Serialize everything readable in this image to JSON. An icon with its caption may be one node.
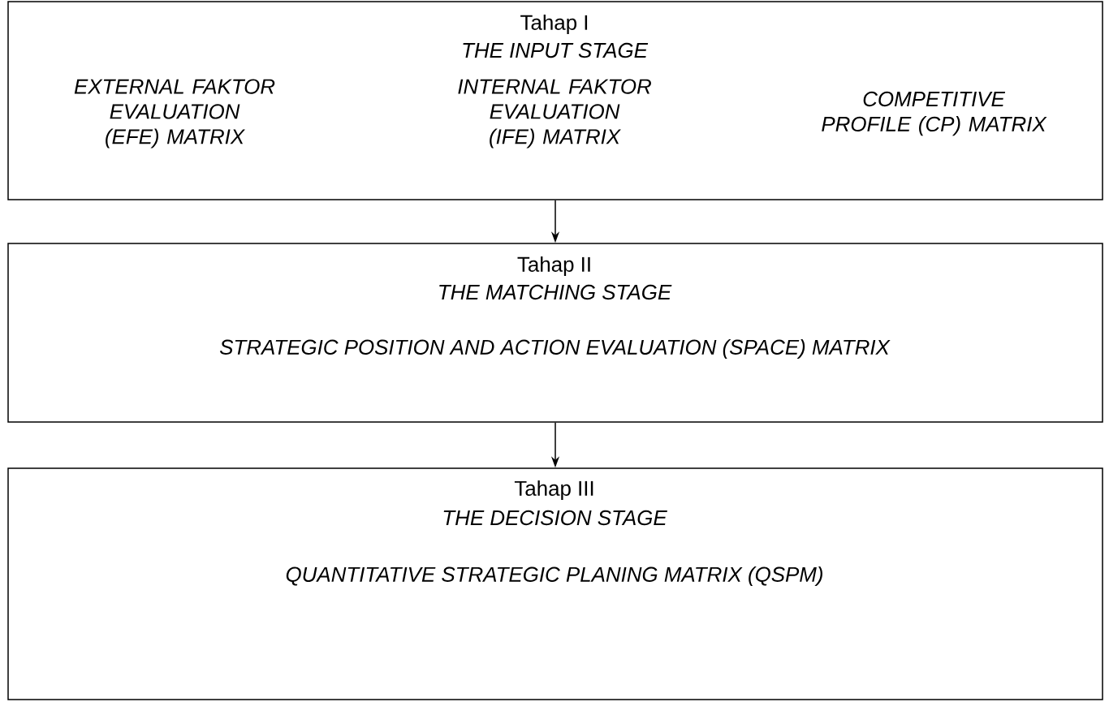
{
  "diagram": {
    "nodes": [
      {
        "text": [
          "Tahap I",
          "THE INPUT STAGE",
          "EXTERNAL FAKTOR EVALUATION (EFE) MATRIX",
          "INTERNAL FAKTOR EVALUATION (IFE) MATRIX",
          "COMPETITIVE PROFILE (CP) MATRIX"
        ]
      },
      {
        "text": [
          "Tahap II",
          "THE MATCHING STAGE",
          "STRATEGIC POSITION AND ACTION EVALUATION (SPACE) MATRIX"
        ]
      },
      {
        "text": [
          "Tahap III",
          "THE DECISION STAGE",
          "QUANTITATIVE STRATEGIC PLANING MATRIX (QSPM)"
        ]
      }
    ],
    "edges": [
      {
        "from": 0,
        "to": 1,
        "arrow": "to"
      },
      {
        "from": 1,
        "to": 2,
        "arrow": "to"
      }
    ]
  }
}
